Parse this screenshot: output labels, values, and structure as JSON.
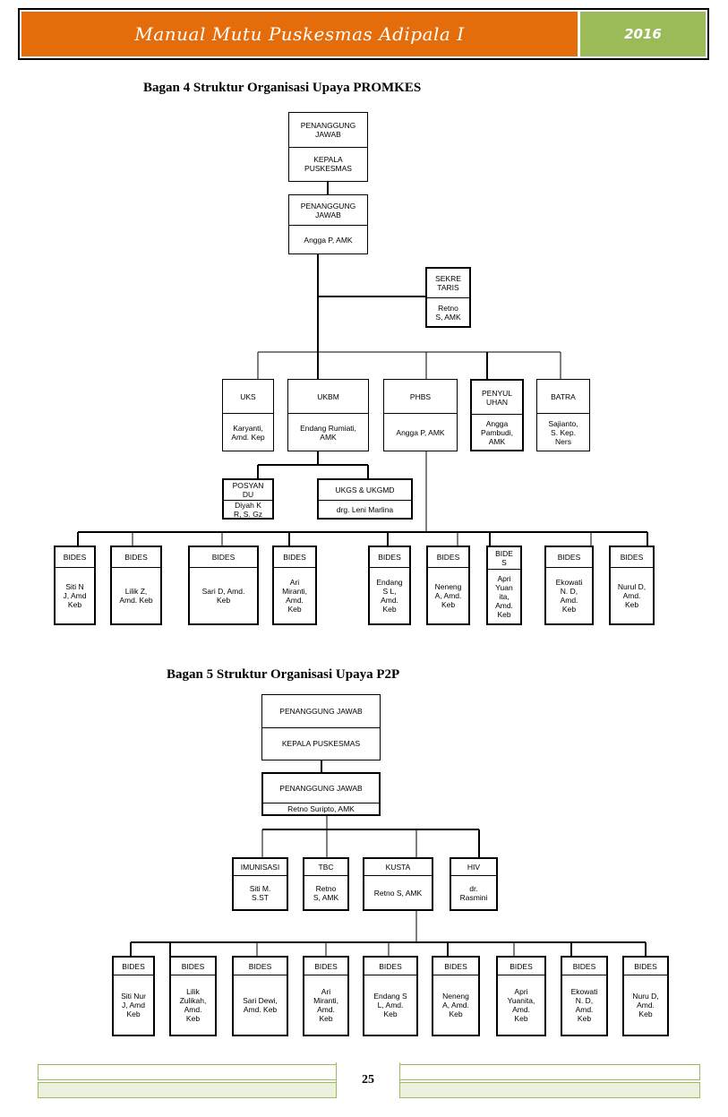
{
  "header": {
    "title": "Manual Mutu Puskesmas Adipala I",
    "year": "2016"
  },
  "charts": [
    {
      "title": "Bagan 4 Struktur Organisasi Upaya PROMKES",
      "head1": {
        "label": "PENANGGUNG\nJAWAB",
        "name": "KEPALA\nPUSKESMAS"
      },
      "head2": {
        "label": "PENANGGUNG\nJAWAB",
        "name": "Angga P, AMK"
      },
      "secretary": {
        "label": "SEKRE\nTARIS",
        "name": "Retno\nS, AMK"
      },
      "units": [
        {
          "label": "UKS",
          "name": "Karyanti,\nAmd. Kep"
        },
        {
          "label": "UKBM",
          "name": "Endang Rumiati,\nAMK"
        },
        {
          "label": "PHBS",
          "name": "Angga P, AMK"
        },
        {
          "label": "PENYUL\nUHAN",
          "name": "Angga\nPambudi,\nAMK"
        },
        {
          "label": "BATRA",
          "name": "Sajianto,\nS. Kep.\nNers"
        }
      ],
      "subunits": [
        {
          "label": "POSYAN\nDU",
          "name": "Diyah K\nR, S. Gz"
        },
        {
          "label": "UKGS & UKGMD",
          "name": "drg. Leni Marlina"
        }
      ],
      "bides": [
        {
          "label": "BIDES",
          "name": "Siti N\nJ, Amd\nKeb"
        },
        {
          "label": "BIDES",
          "name": "Lilik Z,\nAmd. Keb"
        },
        {
          "label": "BIDES",
          "name": "Sari D, Amd.\nKeb"
        },
        {
          "label": "BIDES",
          "name": "Ari\nMiranti,\nAmd.\nKeb"
        },
        {
          "label": "BIDES",
          "name": "Endang\nS L,\nAmd.\nKeb"
        },
        {
          "label": "BIDES",
          "name": "Neneng\nA, Amd.\nKeb"
        },
        {
          "label": "BIDE\nS",
          "name": "Apri\nYuan\nita,\nAmd.\nKeb"
        },
        {
          "label": "BIDES",
          "name": "Ekowati\nN. D,\nAmd.\nKeb"
        },
        {
          "label": "BIDES",
          "name": "Nurul D,\nAmd.\nKeb"
        }
      ]
    },
    {
      "title": "Bagan 5 Struktur Organisasi Upaya P2P",
      "head1": {
        "label": "PENANGGUNG JAWAB",
        "name": "KEPALA PUSKESMAS"
      },
      "head2": {
        "label": "PENANGGUNG JAWAB",
        "name": "Retno Suripto, AMK"
      },
      "units": [
        {
          "label": "IMUNISASI",
          "name": "Siti M.\nS.ST"
        },
        {
          "label": "TBC",
          "name": "Retno\nS, AMK"
        },
        {
          "label": "KUSTA",
          "name": "Retno S, AMK"
        },
        {
          "label": "HIV",
          "name": "dr.\nRasmini"
        }
      ],
      "bides": [
        {
          "label": "BIDES",
          "name": "Siti Nur\nJ, Amd\nKeb"
        },
        {
          "label": "BIDES",
          "name": "Lilik\nZulikah,\nAmd.\nKeb"
        },
        {
          "label": "BIDES",
          "name": "Sari Dewi,\nAmd. Keb"
        },
        {
          "label": "BIDES",
          "name": "Ari\nMiranti,\nAmd.\nKeb"
        },
        {
          "label": "BIDES",
          "name": "Endang S\nL, Amd.\nKeb"
        },
        {
          "label": "BIDES",
          "name": "Neneng\nA, Amd.\nKeb"
        },
        {
          "label": "BIDES",
          "name": "Apri\nYuanita,\nAmd.\nKeb"
        },
        {
          "label": "BIDES",
          "name": "Ekowati\nN. D,\nAmd.\nKeb"
        },
        {
          "label": "BIDES",
          "name": "Nuru D,\nAmd.\nKeb"
        }
      ]
    }
  ],
  "footer": {
    "page": "25"
  }
}
